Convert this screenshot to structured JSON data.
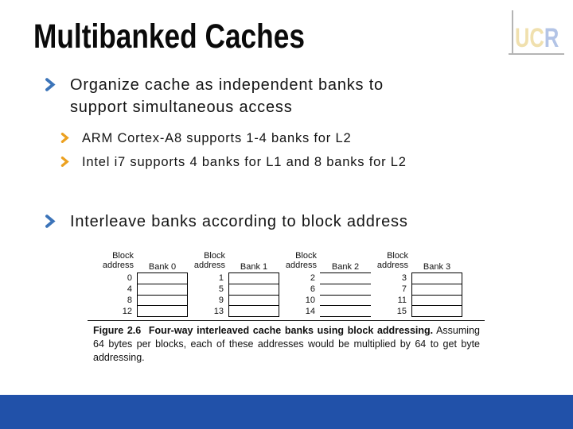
{
  "slide": {
    "title": "Multibanked Caches",
    "logo": {
      "uc": "UC",
      "r": "R"
    },
    "bullets": [
      {
        "level": 1,
        "text": "Organize cache as independent banks to support simultaneous access"
      },
      {
        "level": 2,
        "text": "ARM Cortex-A8 supports 1-4 banks for L2"
      },
      {
        "level": 2,
        "text": "Intel i7 supports 4 banks for L1 and 8 banks for L2"
      },
      {
        "level": 1,
        "text": "Interleave banks according to block address"
      }
    ],
    "figure": {
      "row_label_line1": "Block",
      "row_label_line2": "address",
      "banks": [
        {
          "name": "Bank 0",
          "addresses": [
            "0",
            "4",
            "8",
            "12"
          ]
        },
        {
          "name": "Bank 1",
          "addresses": [
            "1",
            "5",
            "9",
            "13"
          ]
        },
        {
          "name": "Bank 2",
          "addresses": [
            "2",
            "6",
            "10",
            "14"
          ]
        },
        {
          "name": "Bank 3",
          "addresses": [
            "3",
            "7",
            "11",
            "15"
          ]
        }
      ],
      "caption_label": "Figure 2.6",
      "caption_bold": "Four-way interleaved cache banks using block addressing.",
      "caption_text": "Assuming 64 bytes per blocks, each of these addresses would be multiplied by 64 to get byte addressing."
    },
    "colors": {
      "accent_blue": "#3c74b9",
      "accent_orange": "#eca120",
      "footer_blue": "#2151a9",
      "logo_tan": "#f0e0ae",
      "logo_blue": "#b3c4e6"
    }
  }
}
